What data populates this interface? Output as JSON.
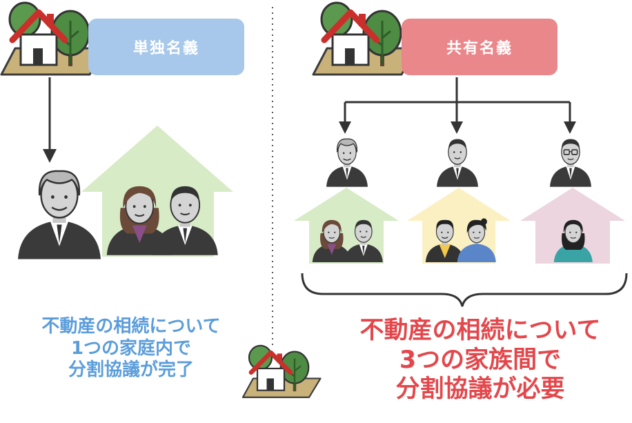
{
  "left": {
    "label": "単独名義",
    "caption": [
      "不動産の相続について",
      "1つの家庭内で",
      "分割協議が完了"
    ]
  },
  "right": {
    "label": "共有名義",
    "caption": [
      "不動産の相続について",
      "3つの家族間で",
      "分割協議が必要"
    ]
  },
  "colors": {
    "left_label_bg": "#a7c8ea",
    "right_label_bg": "#e9878a",
    "left_caption": "#5b9ddb",
    "right_caption": "#e3474b",
    "house_green": "#d7ebc6",
    "house_yellow": "#fbf0c2",
    "house_pink": "#ecd5df",
    "roof_red": "#c9302c",
    "tree_green": "#4e8b43"
  }
}
